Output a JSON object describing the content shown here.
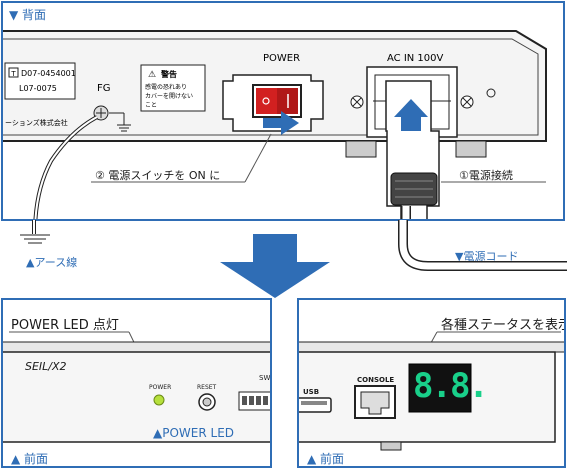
{
  "top": {
    "section_label": "▼ 背面",
    "device": {
      "sticker_line1": "D07-0454001",
      "sticker_line2": "L07-0075",
      "company_text": "ーションズ株式会社",
      "fg_label": "FG",
      "warning_title": "警告",
      "warning_lines": [
        "感電の恐れあり",
        "カバーを開けない",
        "こと"
      ],
      "power_label": "POWER",
      "ac_label": "AC IN 100V"
    },
    "step2_label": "② 電源スイッチを ON に",
    "step1_label": "①電源接続",
    "earth_label": "▲アース線",
    "cord_label": "▼電源コード"
  },
  "bottom_left": {
    "callout_label": "POWER LED 点灯",
    "device_name": "SEIL/X2",
    "power_label": "POWER",
    "reset_label": "RESET",
    "sw_label": "SW",
    "led_caption": "▲POWER LED",
    "footer_label": "▲ 前面"
  },
  "bottom_right": {
    "callout_label": "各種ステータスを表示",
    "usb_label": "USB",
    "console_label": "CONSOLE",
    "display_value": "8.8.",
    "footer_label": "▲ 前面"
  },
  "colors": {
    "accent": "#2f6db5",
    "arrow": "#2f6db5",
    "led_green": "#b6e03c",
    "display_green": "#19d08a",
    "switch_red": "#d22020"
  }
}
